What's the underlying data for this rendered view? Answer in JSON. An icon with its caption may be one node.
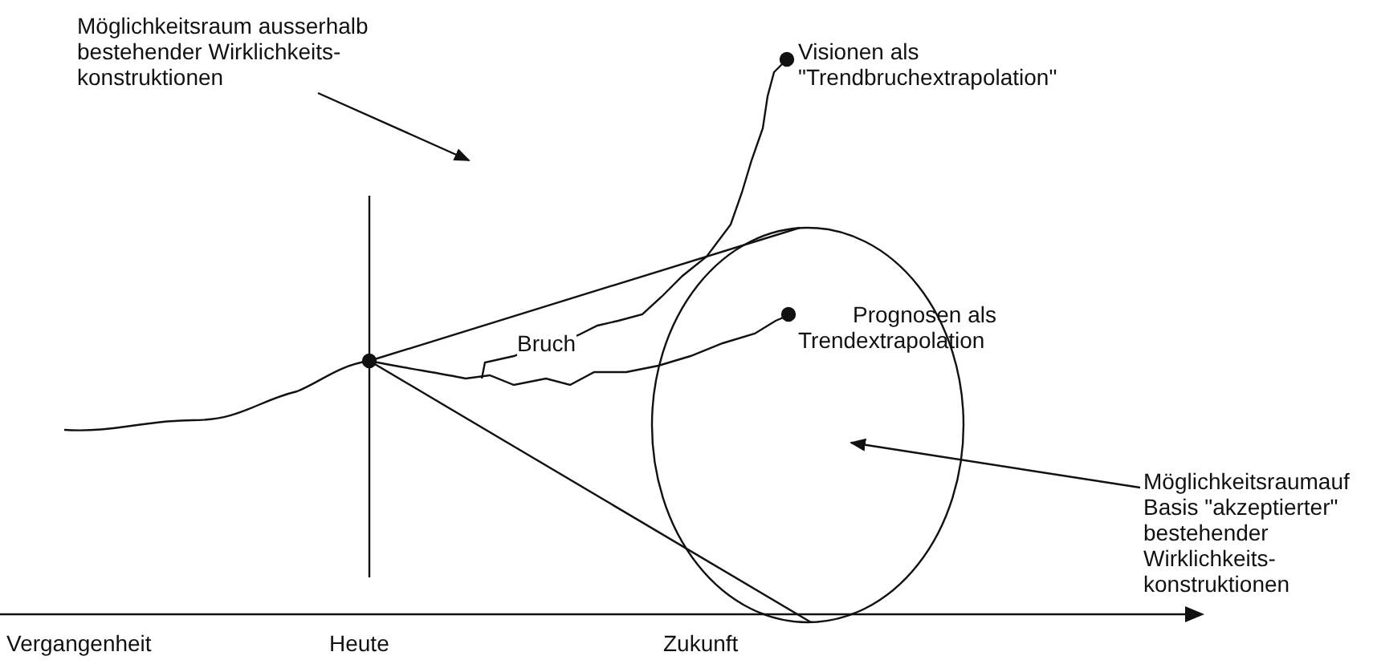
{
  "diagram": {
    "nodes": [
      {
        "text": [
          "Möglichkeitsraum ausserhalb bestehender Wirklichkeits- konstruktionen"
        ]
      },
      {
        "text": [
          "Möglichkeitsraumauf Basis \"akzeptierter\" bestehender Wirklichkeits- konstruktionen"
        ]
      }
    ],
    "edges": [
      {
        "from": 0,
        "to": null,
        "arrow": "to"
      },
      {
        "from": 1,
        "to": null,
        "arrow": "to"
      }
    ],
    "labels": [
      "Visionen als \"Trendbruchextrapolation\"",
      "Prognosen als Trendextrapolation",
      "Bruch",
      "Vergangenheit",
      "Heute",
      "Zukunft"
    ]
  }
}
